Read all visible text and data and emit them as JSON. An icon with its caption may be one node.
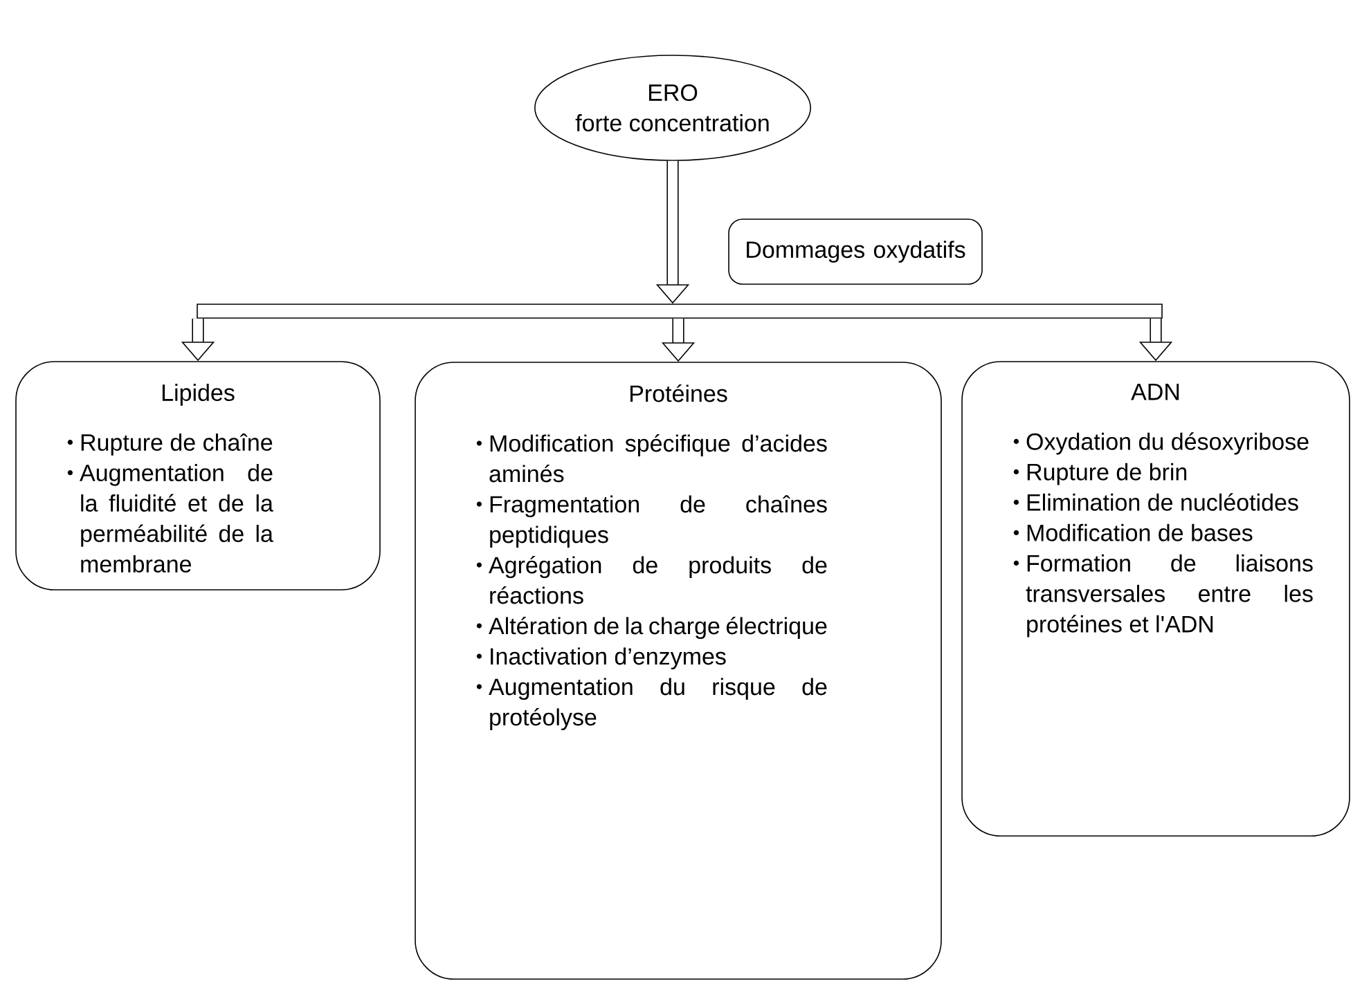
{
  "diagram": {
    "nodes": [
      {
        "text": [
          "ERO",
          "forte concentration"
        ]
      },
      {
        "text": [
          "Dommages oxydatifs"
        ]
      },
      {
        "text": [],
        "shape": "bar"
      },
      {
        "text": [
          "Lipides",
          "Rupture de chaîne",
          "Augmentation de la fluidité et de la perméabilité de la membrane"
        ]
      },
      {
        "text": [
          "Protéines",
          "Modification spécifique d’acides aminés",
          "Fragmentation de chaînes peptidiques",
          "Agrégation de produits de réactions",
          "Altération de la charge électrique",
          "Inactivation d’enzymes",
          "Augmentation du risque de protéolyse"
        ]
      },
      {
        "text": [
          "ADN",
          "Oxydation du désoxyribose",
          "Rupture de brin",
          "Elimination de nucléotides",
          "Modification de bases",
          "Formation de liaisons transversales entre les protéines et l'ADN"
        ]
      }
    ],
    "edges": [
      {
        "from": 0,
        "to": 2,
        "arrow": "to"
      },
      {
        "from": 2,
        "to": 3,
        "arrow": "to"
      },
      {
        "from": 2,
        "to": 4,
        "arrow": "to"
      },
      {
        "from": 2,
        "to": 5,
        "arrow": "to"
      }
    ]
  }
}
